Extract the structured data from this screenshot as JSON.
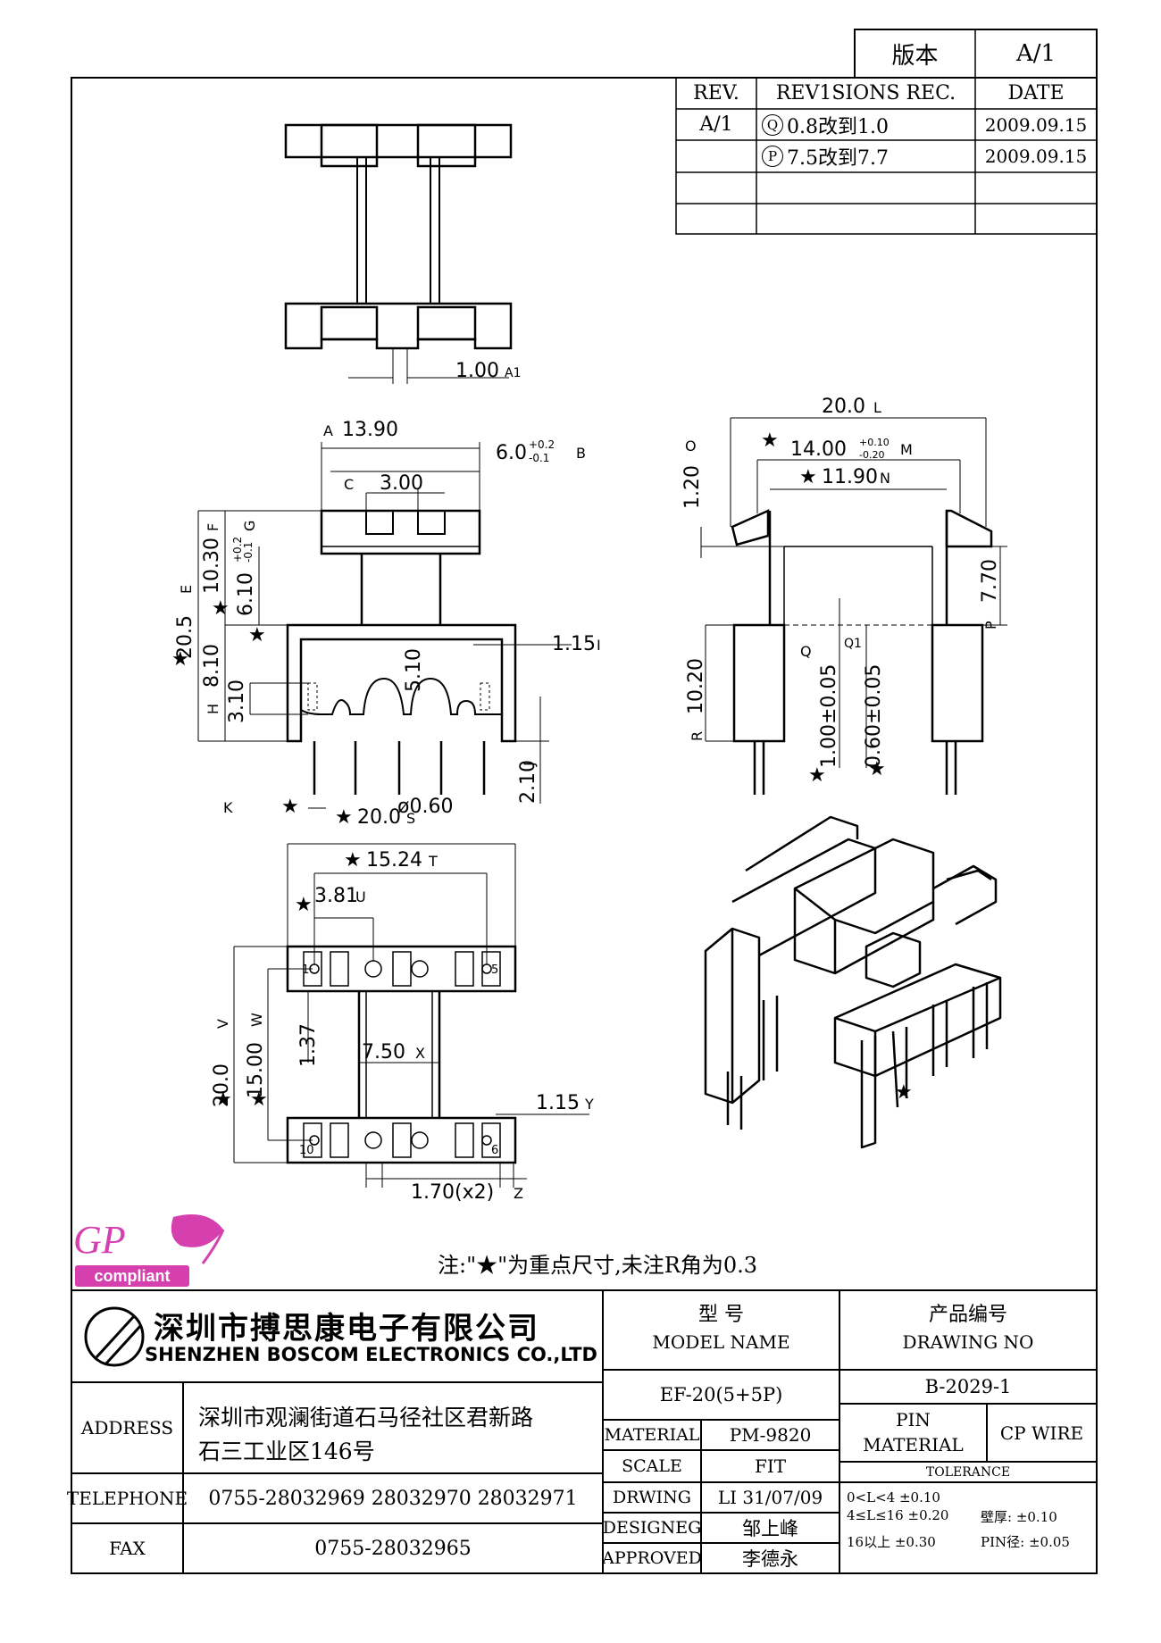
{
  "version": {
    "label": "版本",
    "value": "A/1"
  },
  "revisions": {
    "headers": {
      "rev": "REV.",
      "rec": "REV1SIONS REC.",
      "date": "DATE"
    },
    "rows": [
      {
        "rev": "A/1",
        "mark": "Q",
        "rec": "0.8改到1.0",
        "date": "2009.09.15"
      },
      {
        "rev": "",
        "mark": "P",
        "rec": "7.5改到7.7",
        "date": "2009.09.15"
      }
    ]
  },
  "dims": {
    "a1": "1.00",
    "a1m": "A1",
    "a": "13.90",
    "am": "A",
    "b": "6.0",
    "b_tol_up": "+0.2",
    "b_tol_dn": "-0.1",
    "bm": "B",
    "c": "3.00",
    "cm": "C",
    "e": "20.5",
    "em": "E",
    "f": "10.30",
    "fm": "F",
    "g": "6.10",
    "g_tol_up": "+0.2",
    "g_tol_dn": "-0.1",
    "gm": "G",
    "h": "3.10",
    "hm": "H",
    "s810": "8.10",
    "s510": "5.10",
    "i": "1.15",
    "im": "I",
    "j": "2.10",
    "jm": "J",
    "k": "ø0.60",
    "km": "K",
    "l": "20.0",
    "lm": "L",
    "m": "14.00",
    "m_tol_up": "+0.10",
    "m_tol_dn": "-0.20",
    "mm": "M",
    "n": "11.90",
    "nm": "N",
    "o": "1.20",
    "om": "O",
    "p": "7.70",
    "pm": "P",
    "q": "1.00±0.05",
    "qm": "Q",
    "q1": "0.60±0.05",
    "q1m": "Q1",
    "r": "10.20",
    "rm": "R",
    "s": "20.0",
    "sm": "S",
    "t": "15.24",
    "tm": "T",
    "u": "3.81",
    "um": "U",
    "v": "20.0",
    "vm": "V",
    "w": "15.00",
    "wm": "W",
    "x": "7.50",
    "xm": "X",
    "y": "1.15",
    "ym": "Y",
    "z": "1.70(x2)",
    "zm": "Z",
    "s137": "1.37",
    "star": "★",
    "pin1": "1",
    "pin5": "5",
    "pin6": "6",
    "pin10": "10"
  },
  "logo": {
    "gp": "GP",
    "compliant": "compliant"
  },
  "note": "注:\"★\"为重点尺寸,未注R角为0.3",
  "company": {
    "name_cn": "深圳市搏思康电子有限公司",
    "name_en": "SHENZHEN BOSCOM ELECTRONICS CO.,LTD"
  },
  "info": {
    "address_label": "ADDRESS",
    "address_line1": "深圳市观澜街道石马径社区君新路",
    "address_line2": "石三工业区146号",
    "telephone_label": "TELEPHONE",
    "telephone": "0755-28032969 28032970 28032971",
    "fax_label": "FAX",
    "fax": "0755-28032965"
  },
  "model": {
    "label_cn": "型   号",
    "label_en": "MODEL NAME",
    "value": "EF-20(5+5P)"
  },
  "drawing": {
    "label_cn": "产品编号",
    "label_en": "DRAWING NO",
    "value": "B-2029-1"
  },
  "specs": [
    {
      "label": "MATERIAL",
      "value": "PM-9820"
    },
    {
      "label": "SCALE",
      "value": "FIT"
    },
    {
      "label": "DRWING",
      "value": "LI 31/07/09"
    },
    {
      "label": "DESIGNEG",
      "value": "邹上峰"
    },
    {
      "label": "APPROVED",
      "value": "李德永"
    }
  ],
  "pin": {
    "label1": "PIN",
    "label2": "MATERIAL",
    "value": "CP WIRE"
  },
  "tolerance": {
    "title": "TOLERANCE",
    "r1": "0<L<4  ±0.10",
    "r2": "4≤L≤16  ±0.20",
    "r2b": "壁厚:  ±0.10",
    "r3": "16以上    ±0.30",
    "r3b": "PIN径: ±0.05"
  }
}
